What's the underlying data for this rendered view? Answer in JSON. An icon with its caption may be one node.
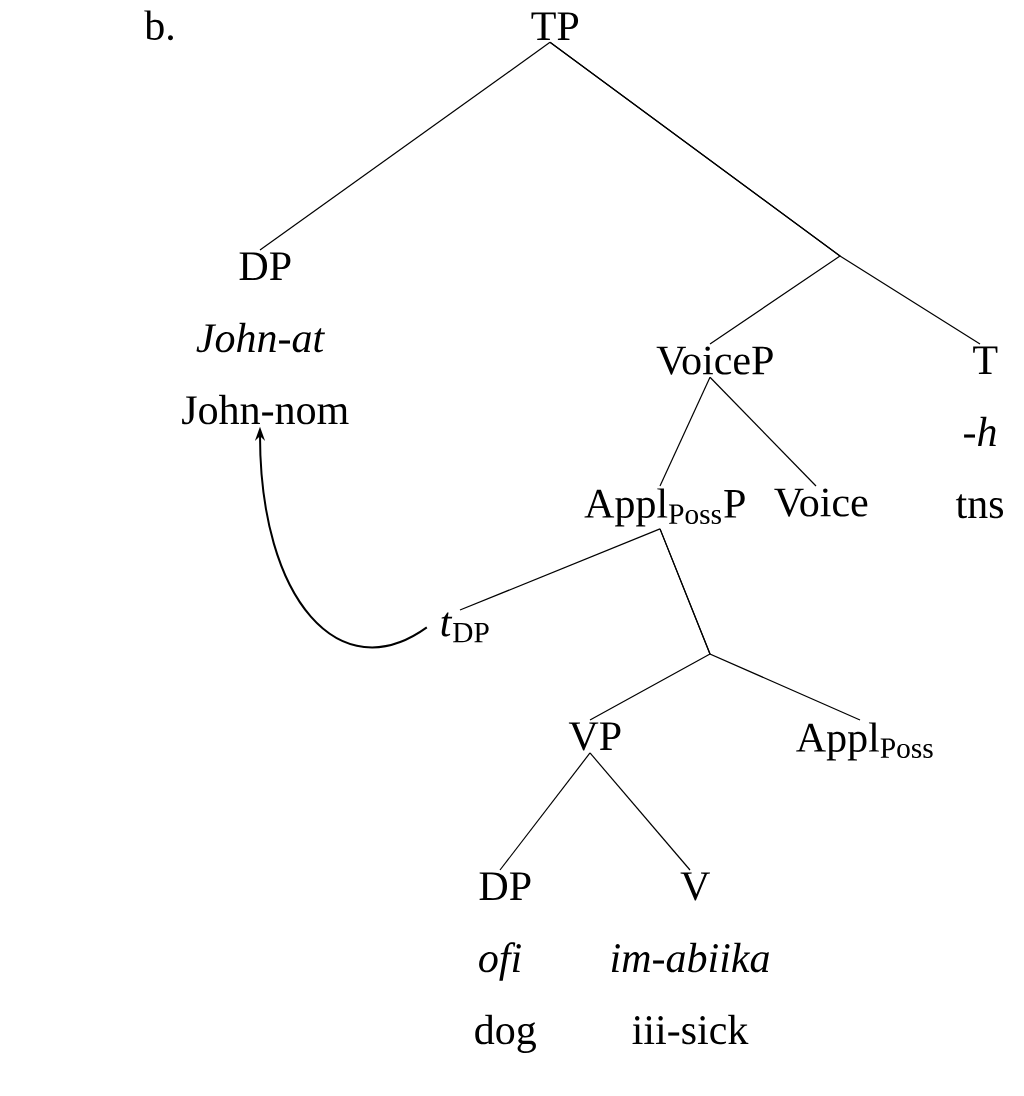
{
  "diagram": {
    "nodes": [
      {
        "text": [
          "TP"
        ]
      },
      {
        "text": [
          "DP",
          "John-at",
          "John-nom"
        ]
      },
      {
        "text": [
          "VoiceP"
        ]
      },
      {
        "text": [
          "T",
          "-h",
          "tns"
        ]
      },
      {
        "text": [
          "Appl$_{Poss}$P"
        ]
      },
      {
        "text": [
          "Voice"
        ]
      },
      {
        "text": [
          "*t*$_{DP}$"
        ]
      },
      {
        "text": [
          "VP"
        ]
      },
      {
        "text": [
          "Appl$_{Poss}$"
        ]
      },
      {
        "text": [
          "DP",
          "ofi",
          "dog"
        ]
      },
      {
        "text": [
          "V",
          "im-abiika",
          "iii-sick"
        ]
      }
    ],
    "edges": [
      {
        "from": 0,
        "to": 1,
        "arrow": "none"
      },
      {
        "from": 0,
        "to": 2,
        "arrow": "none"
      },
      {
        "from": 0,
        "to": 3,
        "arrow": "none"
      },
      {
        "from": 2,
        "to": 4,
        "arrow": "none"
      },
      {
        "from": 2,
        "to": 5,
        "arrow": "none"
      },
      {
        "from": 4,
        "to": 6,
        "arrow": "none"
      },
      {
        "from": 4,
        "to": 7,
        "arrow": "none"
      },
      {
        "from": 4,
        "to": 8,
        "arrow": "none"
      },
      {
        "from": 7,
        "to": 9,
        "arrow": "none"
      },
      {
        "from": 7,
        "to": 10,
        "arrow": "none"
      },
      {
        "from": 6,
        "to": 1,
        "arrow": "to"
      }
    ],
    "labels": [
      "b."
    ]
  }
}
